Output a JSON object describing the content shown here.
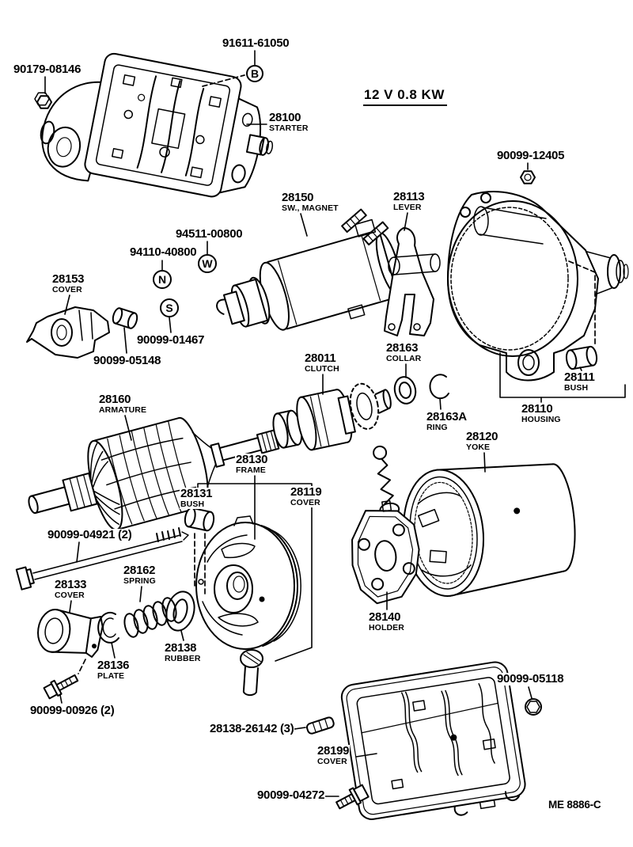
{
  "header": {
    "spec": "12 V 0.8 KW"
  },
  "footer": {
    "drawing_code": "ME 8886-C"
  },
  "symbols": {
    "bolt": "B",
    "washer": "W",
    "nut": "N",
    "screw": "S"
  },
  "parts": {
    "bolt_91611": {
      "number": "91611-61050"
    },
    "nut_90179": {
      "number": "90179-08146"
    },
    "starter": {
      "number": "28100",
      "name": "STARTER"
    },
    "nut_12405": {
      "number": "90099-12405"
    },
    "magnet_switch": {
      "number": "28150",
      "name": "SW., MAGNET"
    },
    "lever": {
      "number": "28113",
      "name": "LEVER"
    },
    "washer_94511": {
      "number": "94511-00800"
    },
    "nut_94110": {
      "number": "94110-40800"
    },
    "cover_28153": {
      "number": "28153",
      "name": "COVER"
    },
    "nut_01467": {
      "number": "90099-01467"
    },
    "bush_05148": {
      "number": "90099-05148"
    },
    "clutch": {
      "number": "28011",
      "name": "CLUTCH"
    },
    "collar": {
      "number": "28163",
      "name": "COLLAR"
    },
    "bush_28111": {
      "number": "28111",
      "name": "BUSH"
    },
    "housing": {
      "number": "28110",
      "name": "HOUSING"
    },
    "armature": {
      "number": "28160",
      "name": "ARMATURE"
    },
    "ring": {
      "number": "28163A",
      "name": "RING"
    },
    "yoke": {
      "number": "28120",
      "name": "YOKE"
    },
    "frame": {
      "number": "28130",
      "name": "FRAME"
    },
    "bush_28131": {
      "number": "28131",
      "name": "BUSH"
    },
    "cover_28119": {
      "number": "28119",
      "name": "COVER"
    },
    "bolt_04921": {
      "number": "90099-04921 (2)"
    },
    "spring": {
      "number": "28162",
      "name": "SPRING"
    },
    "cover_28133": {
      "number": "28133",
      "name": "COVER"
    },
    "rubber": {
      "number": "28138",
      "name": "RUBBER"
    },
    "plate": {
      "number": "28136",
      "name": "PLATE"
    },
    "bolt_00926": {
      "number": "90099-00926 (2)"
    },
    "holder": {
      "number": "28140",
      "name": "HOLDER"
    },
    "nut_05118": {
      "number": "90099-05118"
    },
    "screw_26142": {
      "number": "28138-26142 (3)"
    },
    "cover_28199": {
      "number": "28199",
      "name": "COVER"
    },
    "bolt_04272": {
      "number": "90099-04272"
    }
  }
}
